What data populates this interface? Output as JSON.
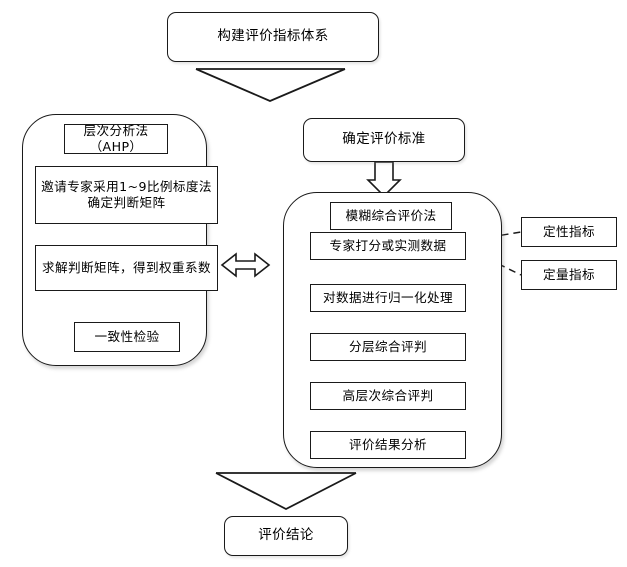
{
  "diagram": {
    "title_node": {
      "label": "构建评价指标体系"
    },
    "criteria_node": {
      "label": "确定评价标准"
    },
    "conclusion_node": {
      "label": "评价结论"
    },
    "left_panel": {
      "name": "层次分析法（AHP）",
      "header": {
        "label": "层次分析法（AHP）"
      },
      "steps": [
        {
          "label": "邀请专家采用1~9比例标度法确定判断矩阵"
        },
        {
          "label": "求解判断矩阵，得到权重系数"
        },
        {
          "label": "一致性检验"
        }
      ]
    },
    "right_panel": {
      "name": "模糊综合评价法",
      "header": {
        "label": "模糊综合评价法"
      },
      "steps": [
        {
          "label": "专家打分或实测数据"
        },
        {
          "label": "对数据进行归一化处理"
        },
        {
          "label": "分层综合评判"
        },
        {
          "label": "高层次综合评判"
        },
        {
          "label": "评价结果分析"
        }
      ]
    },
    "indicators": [
      {
        "label": "定性指标"
      },
      {
        "label": "定量指标"
      }
    ],
    "colors": {
      "stroke": "#1a1a1a",
      "background": "#ffffff",
      "text": "#000000"
    }
  }
}
